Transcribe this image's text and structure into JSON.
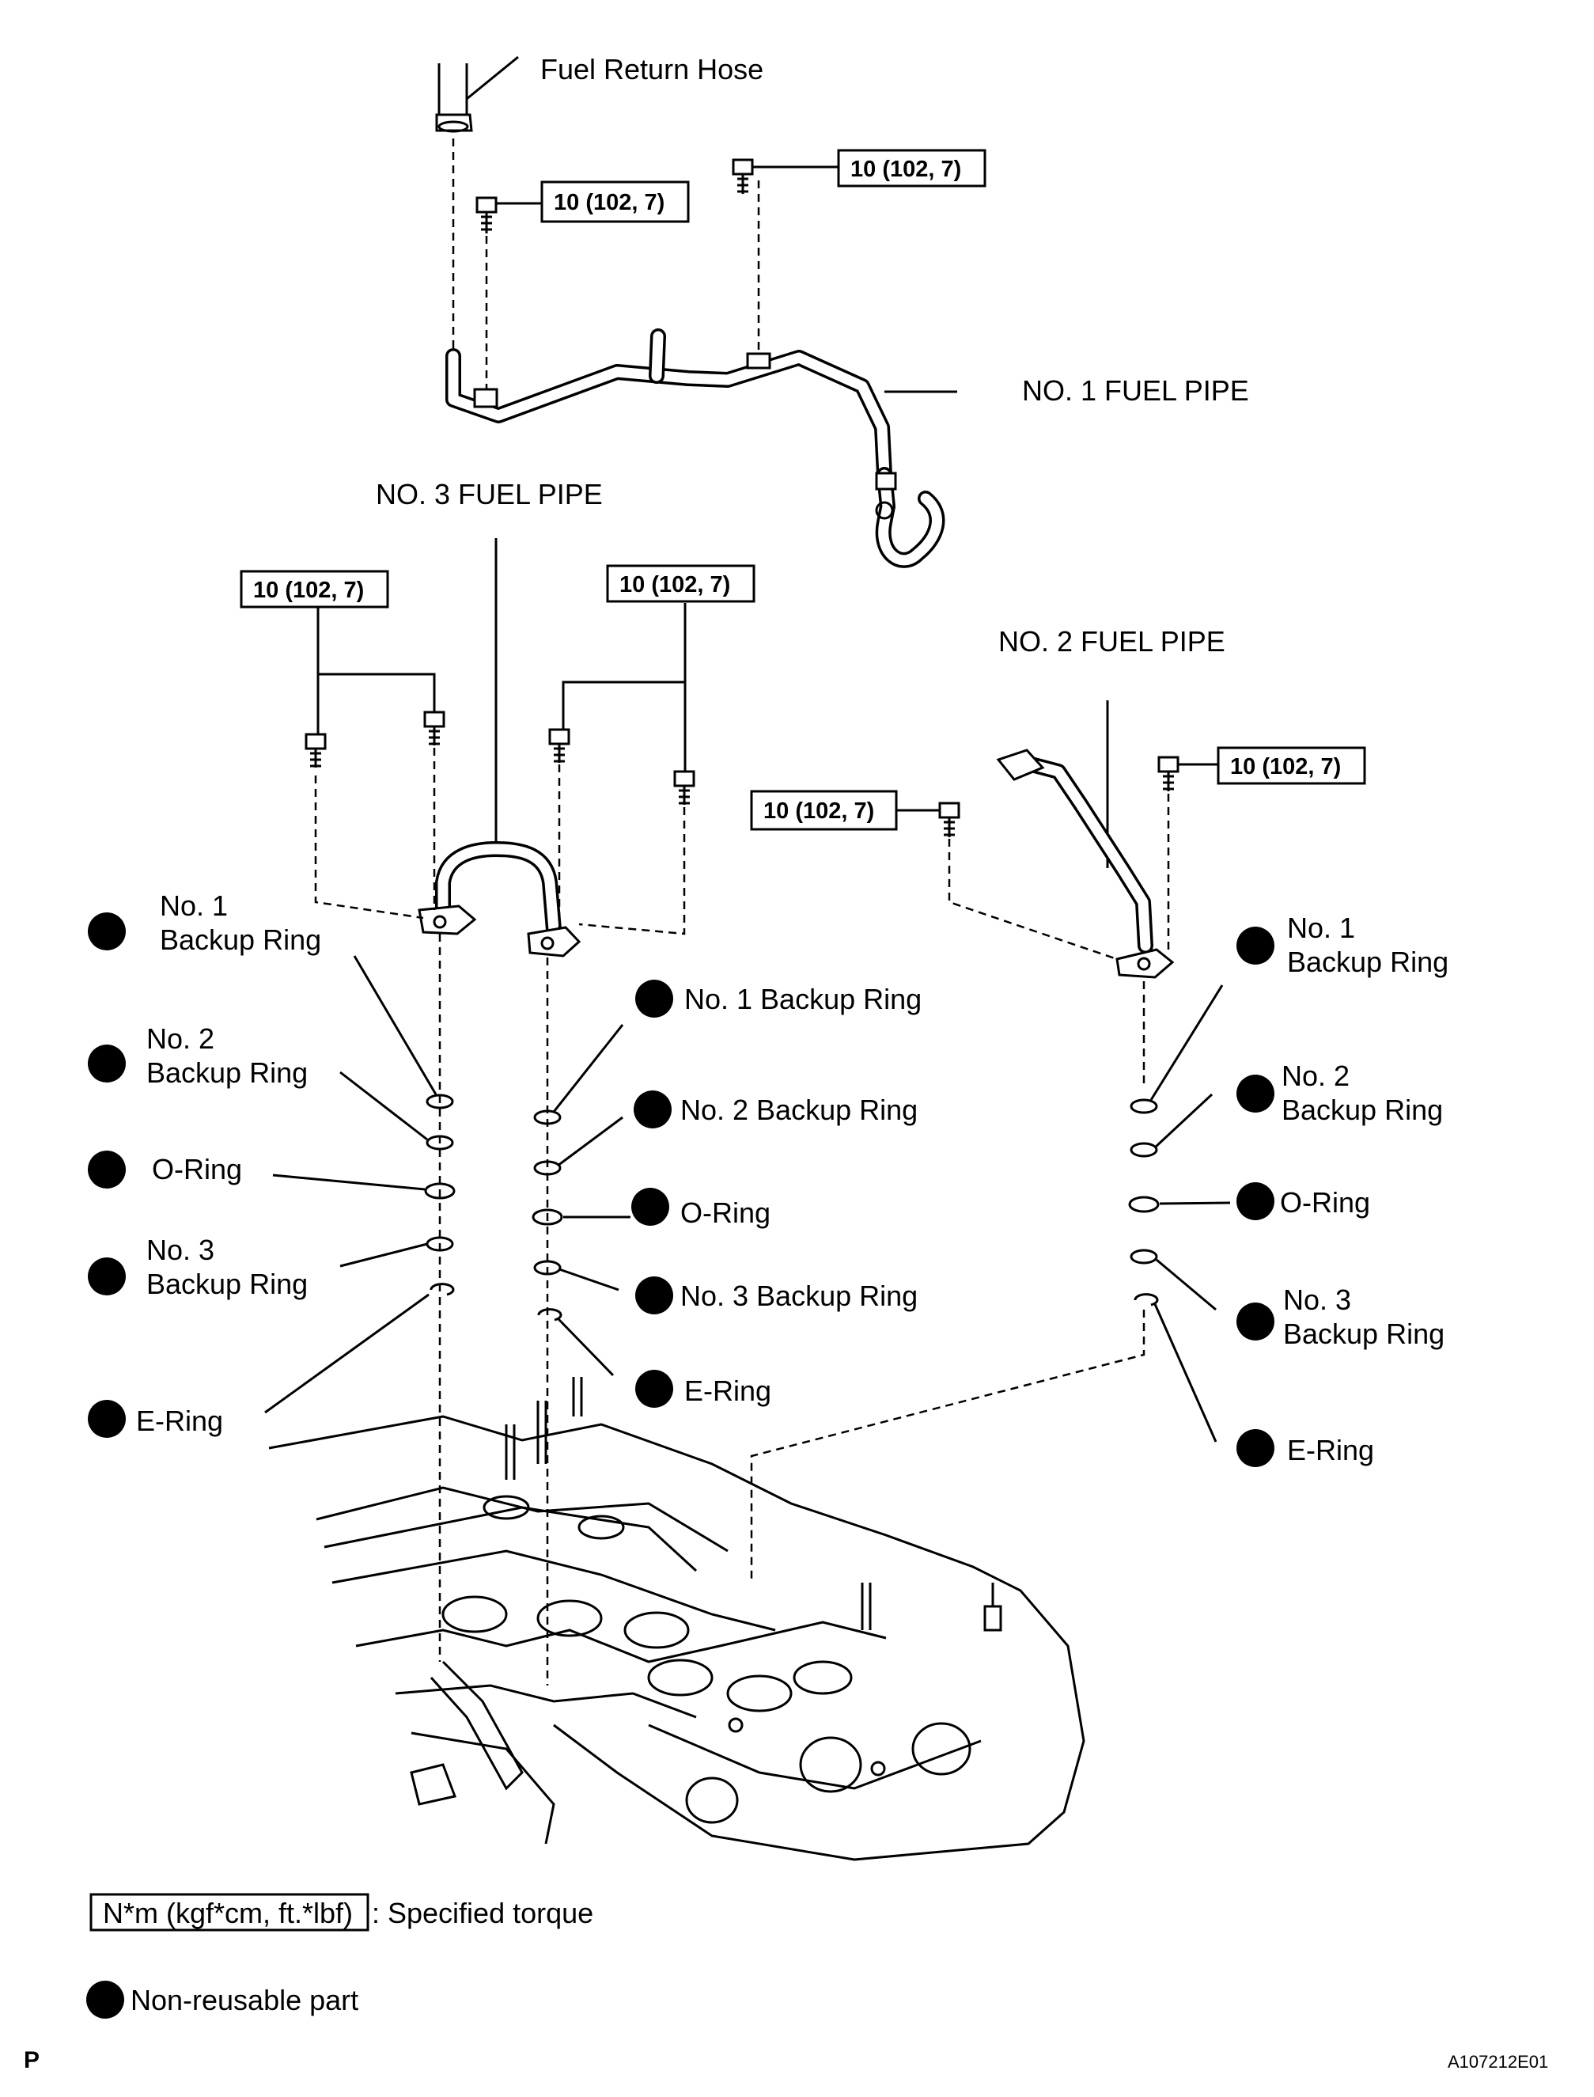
{
  "labels": {
    "fuel_return_hose": "Fuel Return Hose",
    "no1_fuel_pipe": "NO. 1 FUEL PIPE",
    "no2_fuel_pipe": "NO. 2 FUEL PIPE",
    "no3_fuel_pipe": "NO. 3 FUEL PIPE"
  },
  "torque_value": "10 (102, 7)",
  "left_stack": {
    "no1_line1": "No. 1",
    "no1_line2": "Backup Ring",
    "no2_line1": "No. 2",
    "no2_line2": "Backup Ring",
    "oring": "O-Ring",
    "no3_line1": "No. 3",
    "no3_line2": "Backup Ring",
    "ering": "E-Ring"
  },
  "center_stack": {
    "no1": "No. 1 Backup Ring",
    "no2": "No. 2 Backup Ring",
    "oring": "O-Ring",
    "no3": "No. 3 Backup Ring",
    "ering": "E-Ring"
  },
  "right_stack": {
    "no1_line1": "No. 1",
    "no1_line2": "Backup Ring",
    "no2_line1": "No. 2",
    "no2_line2": "Backup Ring",
    "oring": "O-Ring",
    "no3_line1": "No. 3",
    "no3_line2": "Backup Ring",
    "ering": "E-Ring"
  },
  "legend": {
    "torque_box": "N*m (kgf*cm, ft.*lbf)",
    "torque_text": ": Specified torque",
    "non_reusable": "Non-reusable part"
  },
  "footer": {
    "page_letter": "P",
    "figure_code": "A107212E01"
  }
}
